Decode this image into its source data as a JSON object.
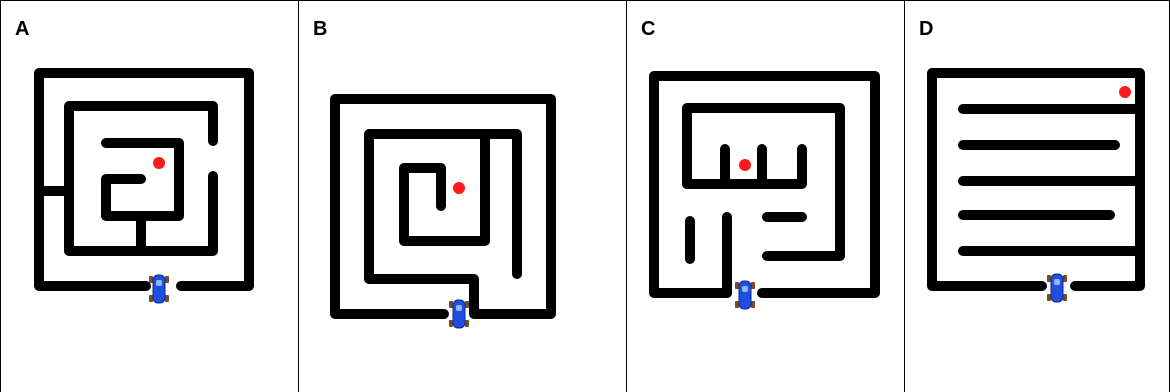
{
  "panels": [
    {
      "label": "A"
    },
    {
      "label": "B"
    },
    {
      "label": "C"
    },
    {
      "label": "D"
    }
  ],
  "colors": {
    "wall": "#000000",
    "goal": "#ff1a1a",
    "robot": "#1f4fe0",
    "border": "#000000"
  },
  "icons": {
    "goal": "red-dot",
    "robot": "blue-robot-car"
  }
}
